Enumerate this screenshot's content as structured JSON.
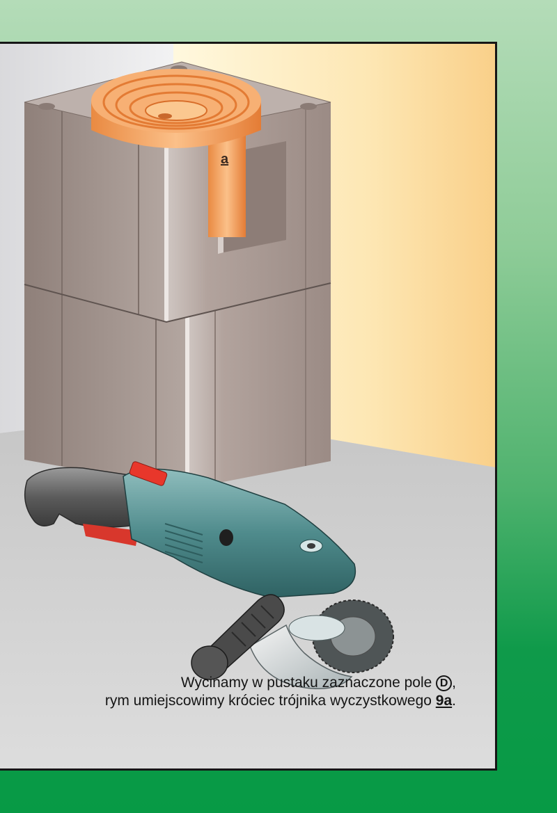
{
  "illustration": {
    "block_stamp": "a"
  },
  "caption": {
    "line1_text": "Wycinamy w pustaku zaznaczone pole",
    "line1_marker": "D",
    "line1_end": ",",
    "line2_text": "rym umiejscowimy króciec trójnika wyczystkowego",
    "line2_code": "9a",
    "line2_end": "."
  },
  "colors": {
    "background_green": "#079a45",
    "wall_cream": "#fdf2cc",
    "floor_grey": "#cdcdcd",
    "block_grey": "#a5958e",
    "liner_orange": "#f7b074",
    "grinder_teal": "#4e8b8c",
    "switch_red": "#e8372b"
  }
}
